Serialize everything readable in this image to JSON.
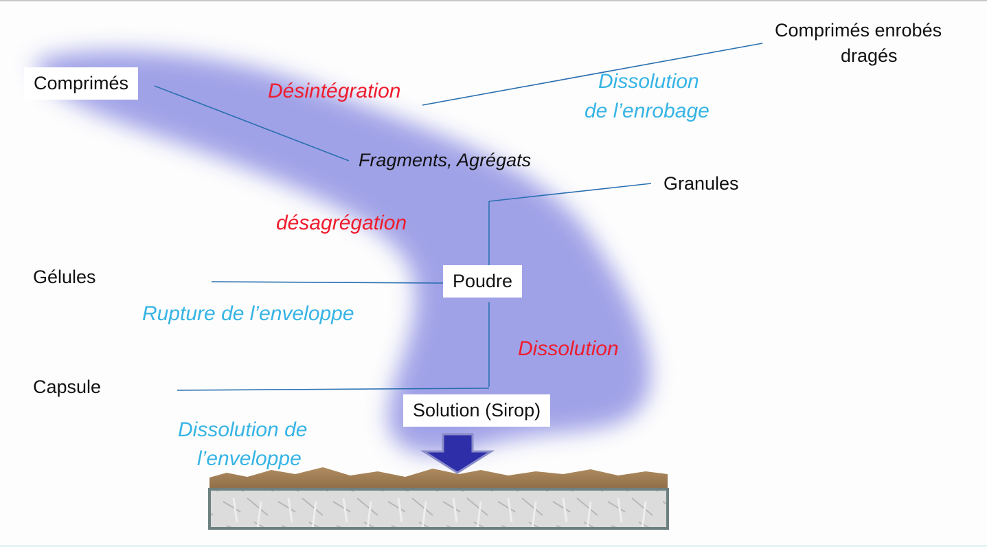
{
  "labels": {
    "comprimes": "Comprimés",
    "comprimes_enrobes_line1": "Comprimés enrobés",
    "comprimes_enrobes_line2": "dragés",
    "desintegration": "Désintégration",
    "dissolution_enrobage_line1": "Dissolution",
    "dissolution_enrobage_line2": "de l’enrobage",
    "fragments": "Fragments, Agrégats",
    "granules": "Granules",
    "desagregation": "désagrégation",
    "gelules": "Gélules",
    "poudre": "Poudre",
    "rupture": "Rupture de l’enveloppe",
    "dissolution": "Dissolution",
    "capsule": "Capsule",
    "solution": "Solution (Sirop)",
    "dissolution_enveloppe_line1": "Dissolution  de",
    "dissolution_enveloppe_line2": "l’enveloppe"
  },
  "colors": {
    "process_red": "#ee1c2e",
    "process_blue": "#36b4e5",
    "connector_line": "#2a6fb0",
    "blob": "#9c9ee6",
    "arrow": "#2d2ea8",
    "tissue_top": "#a3825a",
    "tissue_base": "#d8d8d8"
  },
  "icons": {
    "down_arrow": "down-arrow-icon",
    "mucosa": "mucosa-surface"
  }
}
